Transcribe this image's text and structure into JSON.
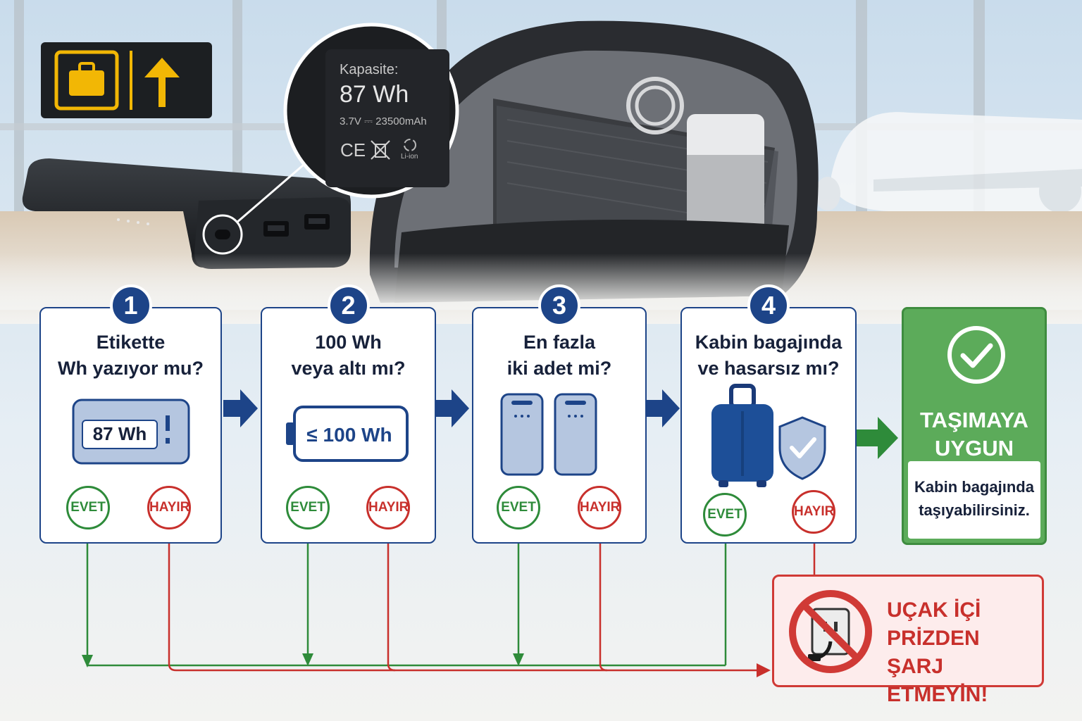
{
  "colors": {
    "accent": "#1d4488",
    "yes": "#2e8b3a",
    "no": "#c8302c",
    "ok_bg": "#5cab5a",
    "warn_bg": "#fdecec",
    "sign": "#f2b705"
  },
  "icons": [
    "luggage-sign-icon",
    "up-arrow-icon",
    "usb-c-port-icon",
    "usb-a-port-icon",
    "ce-mark-icon",
    "weee-bin-icon",
    "recycle-icon",
    "battery-icon",
    "power-bank-icon",
    "suitcase-icon",
    "shield-check-icon",
    "check-circle-icon",
    "no-plug-icon"
  ],
  "label": {
    "capacity_title": "Kapasite:",
    "capacity_value": "87 Wh",
    "rating": "3.7V ⎓ 23500mAh",
    "ce": "CE",
    "li_ion": "Li-ion"
  },
  "steps": [
    {
      "num": "1",
      "question": "Etikette\nWh yazıyor mu?",
      "yes": "EVET",
      "no": "HAYIR",
      "icon_text": "87 Wh"
    },
    {
      "num": "2",
      "question": "100 Wh\nveya altı mı?",
      "yes": "EVET",
      "no": "HAYIR",
      "icon_text": "≤ 100 Wh"
    },
    {
      "num": "3",
      "question": "En fazla\niki adet mi?",
      "yes": "EVET",
      "no": "HAYIR"
    },
    {
      "num": "4",
      "question": "Kabin bagajında\nve hasarsız mı?",
      "yes": "EVET",
      "no": "HAYIR"
    }
  ],
  "result_ok": {
    "title": "TAŞIMAYA\nUYGUN",
    "text": "Kabin bagajında\ntaşıyabilirsiniz."
  },
  "warning": {
    "text": "UÇAK İÇİ\nPRİZDEN\nŞARJ ETMEYİN!"
  }
}
